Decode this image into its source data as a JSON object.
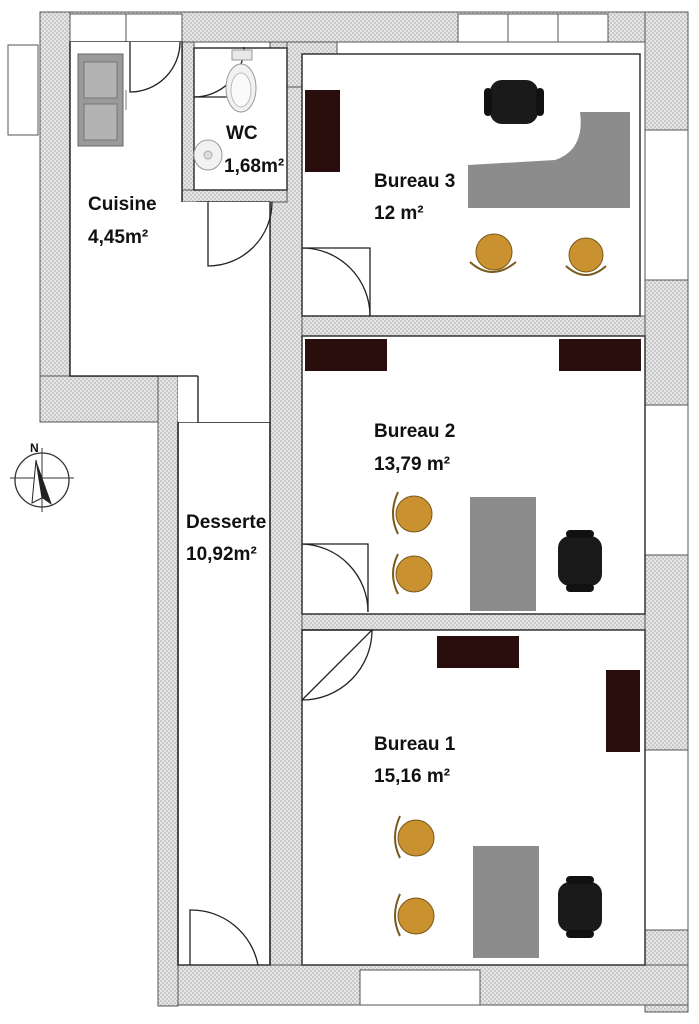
{
  "rooms": {
    "cuisine": {
      "name": "Cuisine",
      "area": "4,45m²"
    },
    "wc": {
      "name": "WC",
      "area": "1,68m²"
    },
    "desserte": {
      "name": "Desserte",
      "area": "10,92m²"
    },
    "bureau3": {
      "name": "Bureau 3",
      "area": "12 m²"
    },
    "bureau2": {
      "name": "Bureau 2",
      "area": "13,79 m²"
    },
    "bureau1": {
      "name": "Bureau 1",
      "area": "15,16 m²"
    }
  },
  "compass": {
    "north_label": "N"
  },
  "colors": {
    "wall_hatch": "#d9d9d9",
    "wall_line": "#444444",
    "desk_grey": "#8c8c8c",
    "chair_orange": "#c9912f",
    "office_chair": "#1a1a1a",
    "cabinet": "#2a0e0e"
  }
}
